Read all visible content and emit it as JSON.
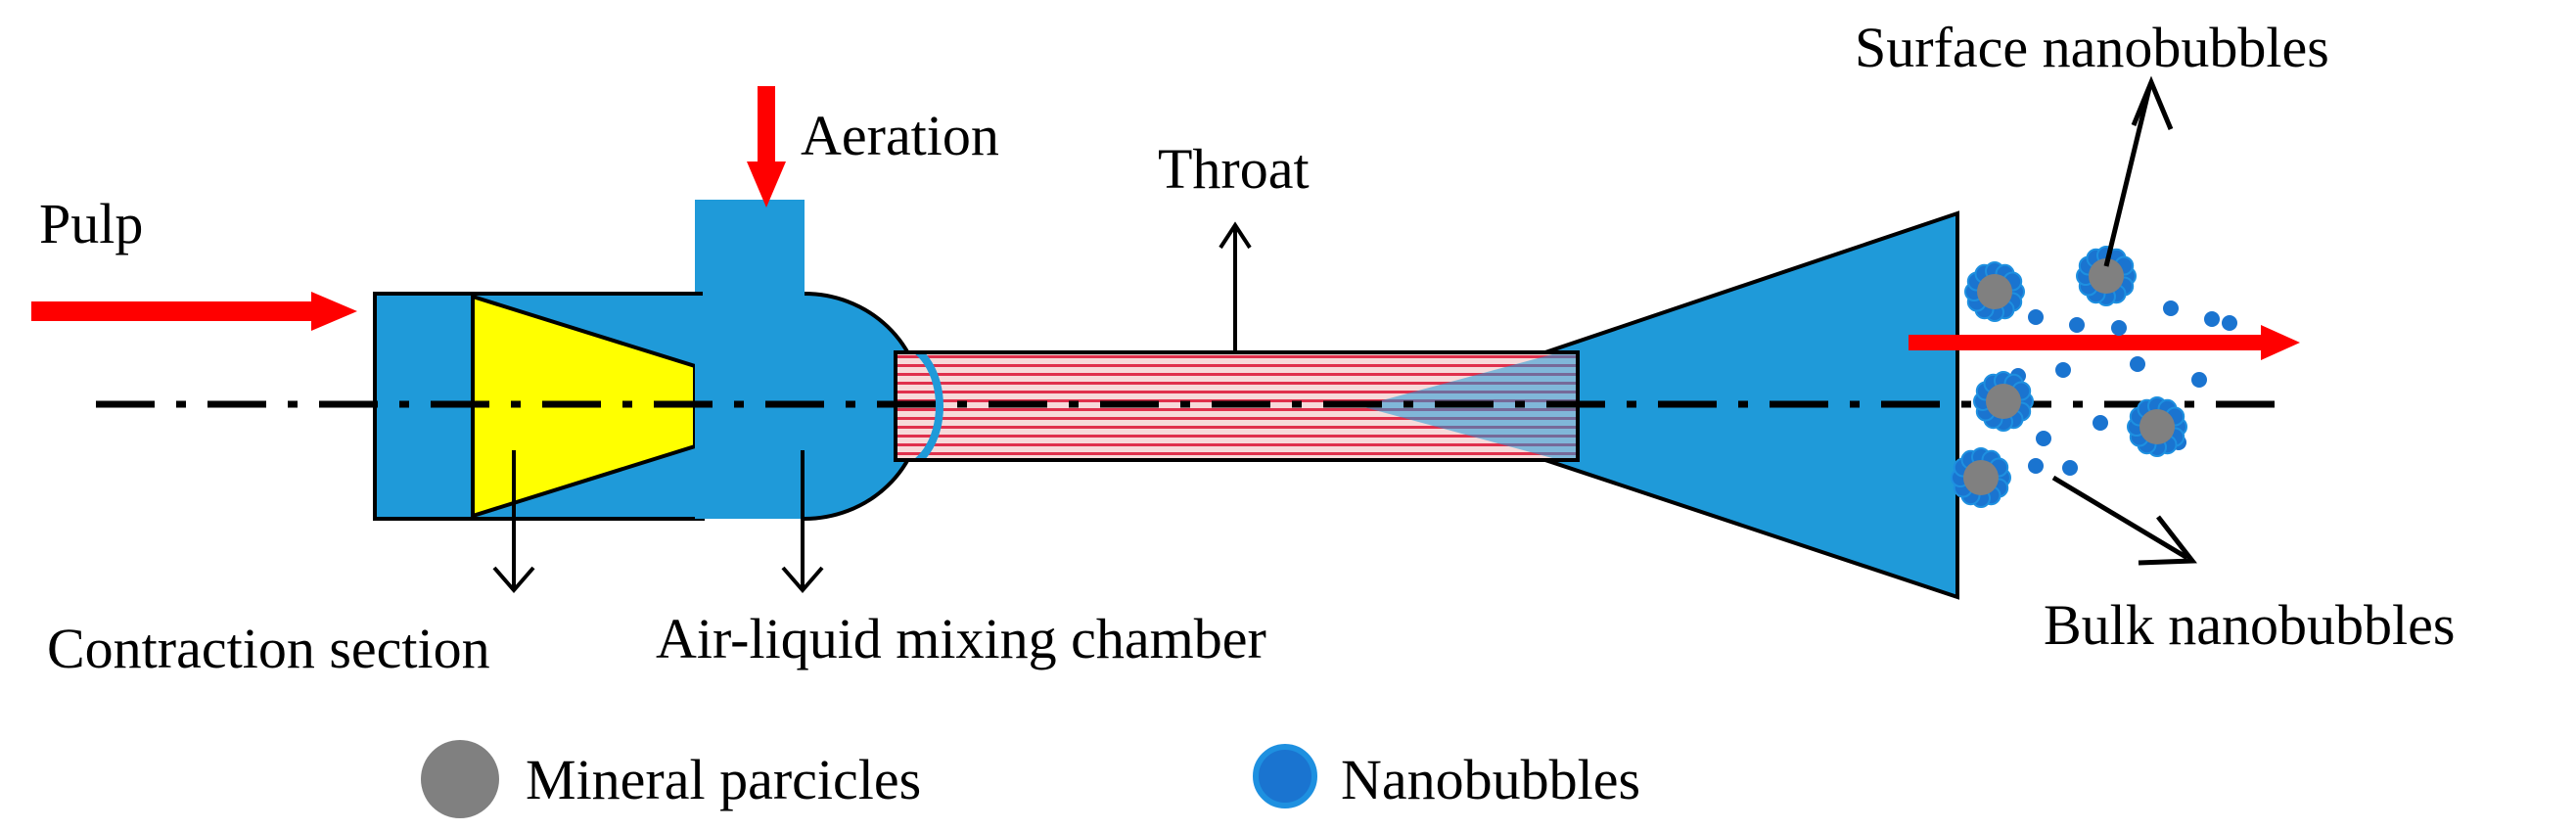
{
  "labels": {
    "pulp": "Pulp",
    "aeration": "Aeration",
    "throat": "Throat",
    "surface_nanobubbles": "Surface nanobubbles",
    "bulk_nanobubbles": "Bulk nanobubbles",
    "contraction_section": "Contraction section",
    "mixing_chamber": "Air-liquid mixing chamber"
  },
  "legend": {
    "mineral_particles": "Mineral parcicles",
    "nanobubbles": "Nanobubbles"
  },
  "colors": {
    "body": "#1f9ad9",
    "cone": "#ffff00",
    "flow_arrow": "#ff0000",
    "throat_fill": "#f7dada",
    "throat_lines": "#e0304c",
    "mineral": "#808080",
    "nanobubble": "#1a74d0",
    "outline": "#000000"
  }
}
